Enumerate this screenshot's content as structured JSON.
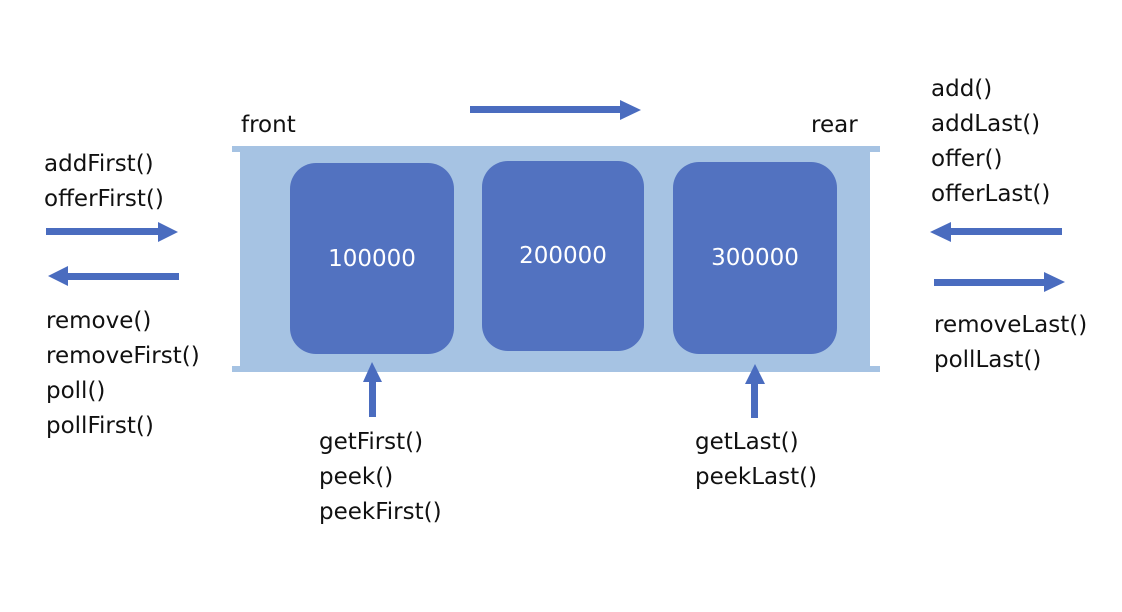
{
  "queue": {
    "front_label": "front",
    "rear_label": "rear",
    "nodes": [
      {
        "value": "100000"
      },
      {
        "value": "200000"
      },
      {
        "value": "300000"
      }
    ]
  },
  "left_insert": {
    "methods": [
      "addFirst()",
      "offerFirst()"
    ]
  },
  "left_remove": {
    "methods": [
      "remove()",
      "removeFirst()",
      "poll()",
      "pollFirst()"
    ]
  },
  "right_insert": {
    "methods": [
      "add()",
      "addLast()",
      "offer()",
      "offerLast()"
    ]
  },
  "right_remove": {
    "methods": [
      "removeLast()",
      "pollLast()"
    ]
  },
  "front_peek": {
    "methods": [
      "getFirst()",
      "peek()",
      "peekFirst()"
    ]
  },
  "rear_peek": {
    "methods": [
      "getLast()",
      "peekLast()"
    ]
  },
  "colors": {
    "arrow": "#4a6cbf",
    "node": "#5272c0",
    "queue_body": "#a6c3e3"
  }
}
